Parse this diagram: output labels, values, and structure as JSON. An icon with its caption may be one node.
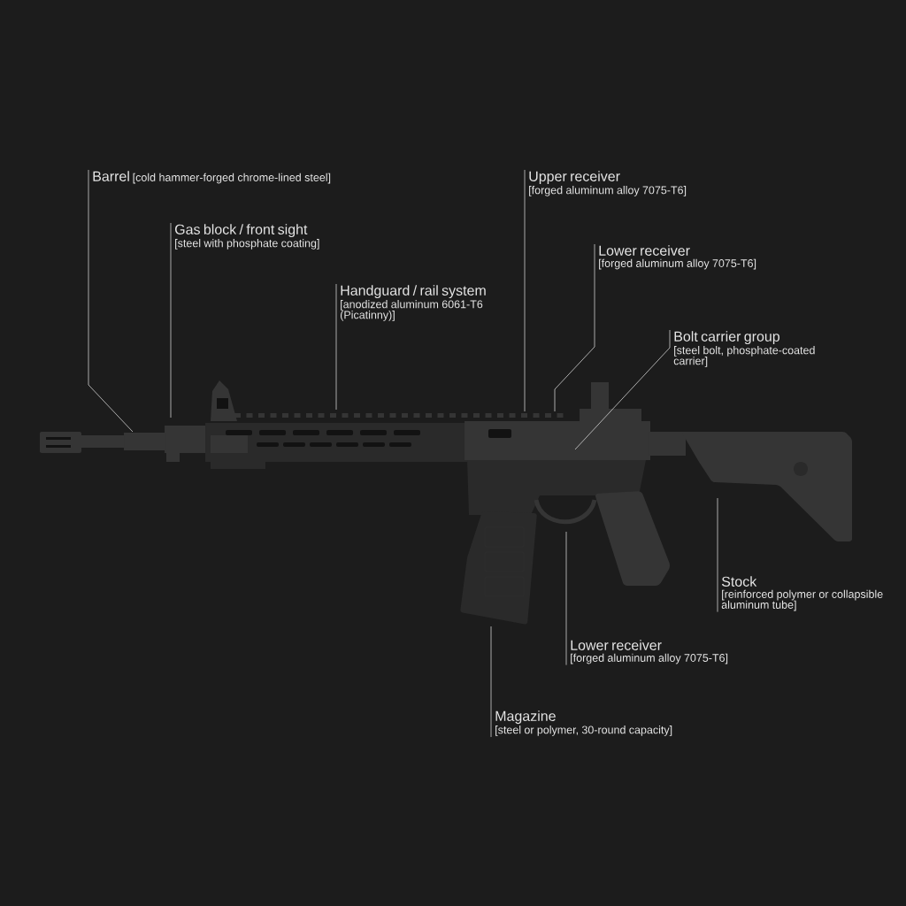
{
  "diagram": {
    "nodes": [
      {
        "text": [
          "Barrel",
          "[cold hammer-forged chrome-lined steel]"
        ]
      },
      {
        "text": [
          "Gas block / front sight",
          "[steel with phosphate coating]"
        ]
      },
      {
        "text": [
          "Handguard / rail system",
          "[anodized aluminum 6061-T6 (Picatinny)]"
        ]
      },
      {
        "text": [
          "Upper receiver",
          "[forged aluminum alloy 7075-T6]"
        ]
      },
      {
        "text": [
          "Lower receiver",
          "[forged aluminum alloy 7075-T6]"
        ]
      },
      {
        "text": [
          "Bolt carrier group",
          "[steel bolt, phosphate-coated carrier]"
        ]
      },
      {
        "text": [
          "Stock",
          "[reinforced polymer or collapsible aluminum tube]"
        ]
      },
      {
        "text": [
          "Lower receiver",
          "[forged aluminum alloy 7075-T6]"
        ]
      },
      {
        "text": [
          "Magazine",
          "[steel or polymer, 30-round capacity]"
        ]
      }
    ],
    "edges": [
      {
        "from": 0,
        "to": null,
        "arrow": "none"
      },
      {
        "from": 1,
        "to": null,
        "arrow": "none"
      },
      {
        "from": 2,
        "to": null,
        "arrow": "none"
      },
      {
        "from": 3,
        "to": null,
        "arrow": "none"
      },
      {
        "from": 4,
        "to": null,
        "arrow": "none"
      },
      {
        "from": 5,
        "to": null,
        "arrow": "none"
      },
      {
        "from": 6,
        "to": null,
        "arrow": "none"
      },
      {
        "from": 7,
        "to": null,
        "arrow": "none"
      },
      {
        "from": 8,
        "to": null,
        "arrow": "none"
      }
    ]
  }
}
